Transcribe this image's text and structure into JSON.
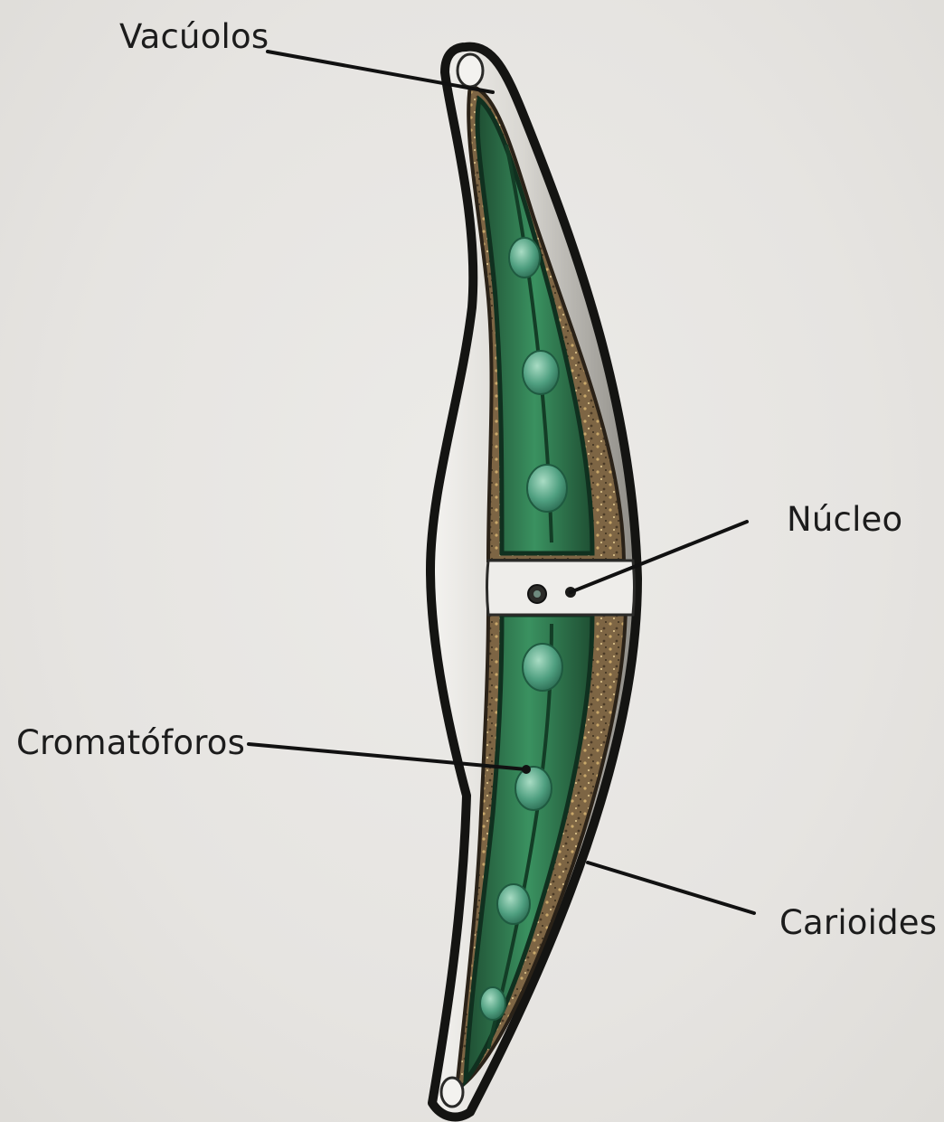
{
  "diagram": {
    "labels": {
      "vacuolos": "Vacúolos",
      "nucleo": "Núcleo",
      "cromatoforos": "Cromatóforos",
      "carioides": "Carioides"
    }
  },
  "colors": {
    "background": "#e8e6e3",
    "cell_wall": "#1a1a18",
    "chromatophore": "#2f7a4a",
    "chromatophore_dark": "#1f4f33",
    "pyrenoid": "#5aa88a",
    "cytoplasm": "#8a6f4a",
    "vacuole": "#f3f2ef",
    "leader_line": "#111111"
  }
}
